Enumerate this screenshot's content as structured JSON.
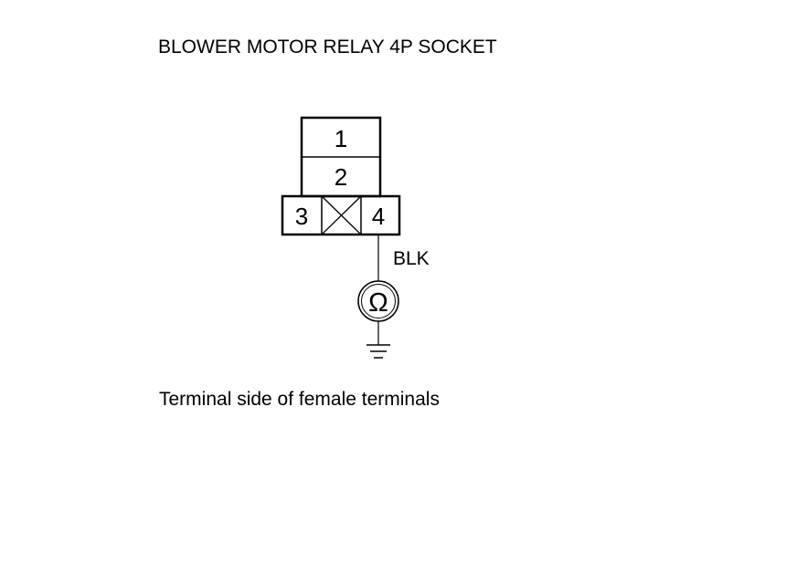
{
  "diagram": {
    "title": "BLOWER MOTOR RELAY 4P SOCKET",
    "terminals": {
      "t1": "1",
      "t2": "2",
      "t3": "3",
      "t4": "4"
    },
    "wire_color": "BLK",
    "meter_symbol": "Ω",
    "caption": "Terminal side of female terminals"
  },
  "colors": {
    "line": "#000000",
    "background": "#ffffff"
  }
}
